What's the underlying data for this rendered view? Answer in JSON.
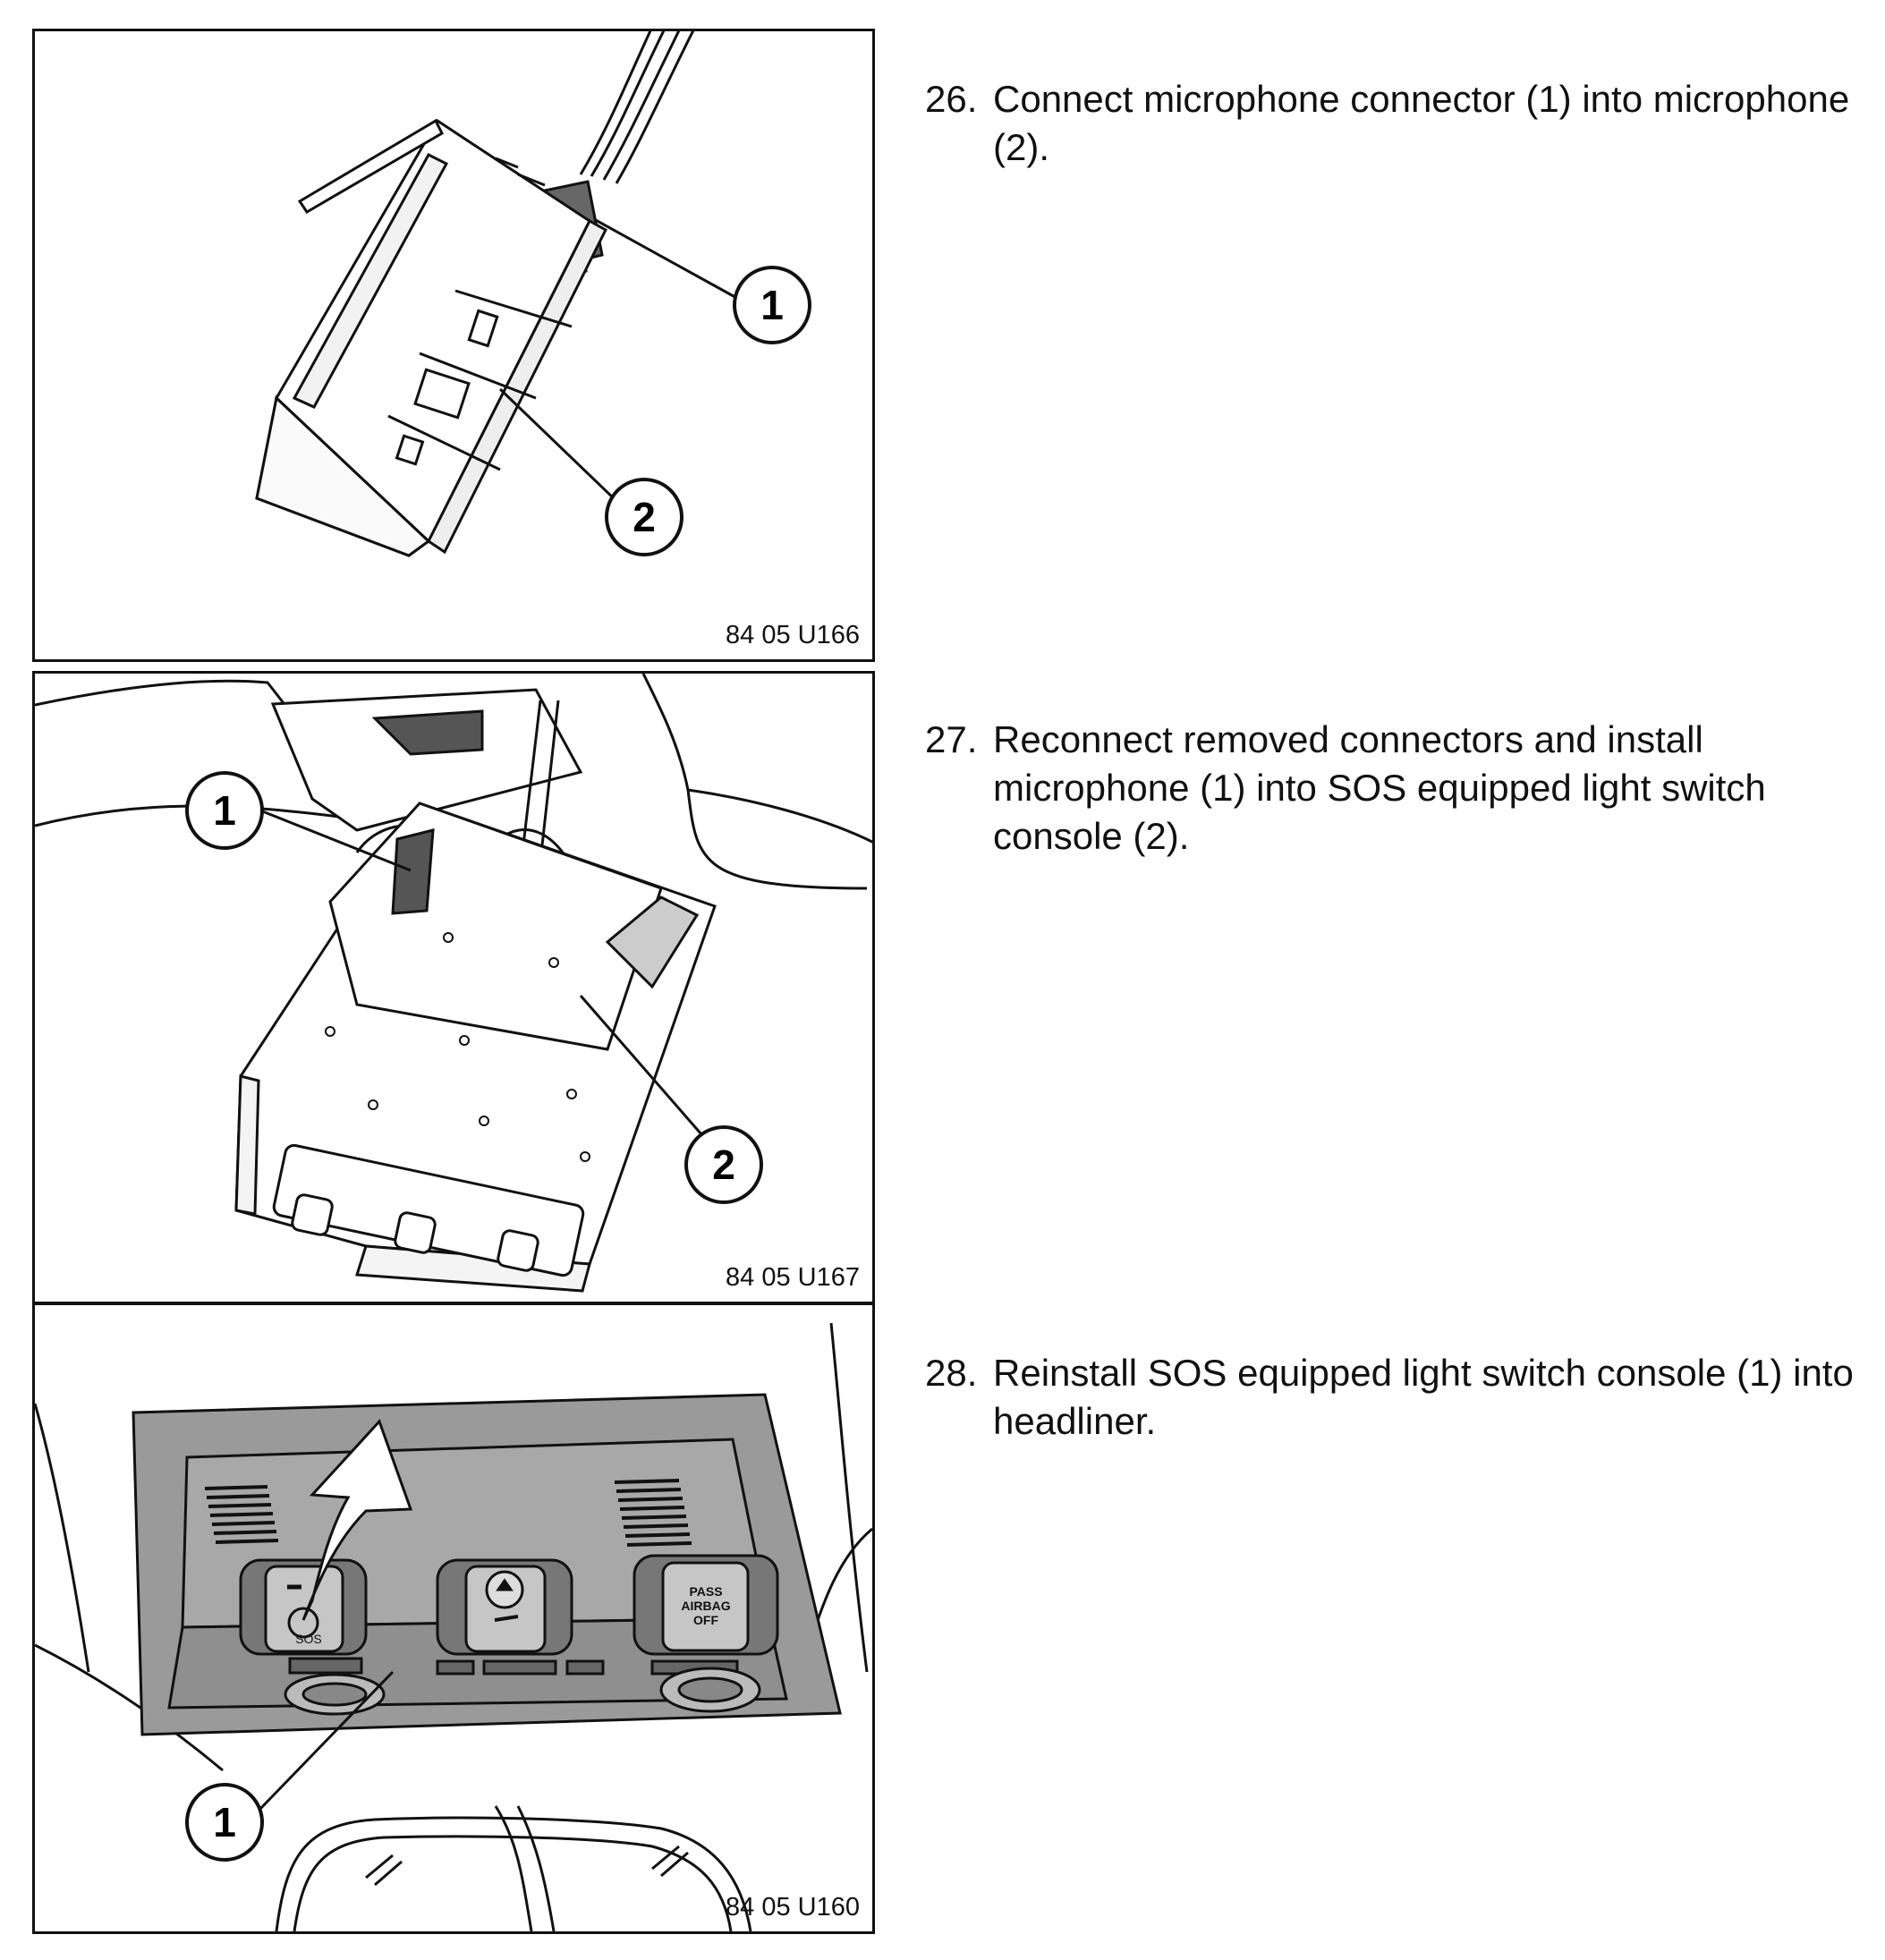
{
  "steps": [
    {
      "number": "26.",
      "text": "Connect microphone connector (1) into microphone (2).",
      "figure": {
        "code": "84 05 U166",
        "callouts": [
          "1",
          "2"
        ]
      }
    },
    {
      "number": "27.",
      "text": "Reconnect removed connectors and install microphone (1) into SOS equipped light switch console (2).",
      "figure": {
        "code": "84 05 U167",
        "callouts": [
          "1",
          "2"
        ]
      }
    },
    {
      "number": "28.",
      "text": "Reinstall SOS equipped light switch console (1) into headliner.",
      "figure": {
        "code": "84 05 U160",
        "callouts": [
          "1"
        ],
        "console_labels": [
          "PASS",
          "AIRBAG",
          "OFF"
        ],
        "button_labels": [
          "SOS"
        ]
      }
    }
  ]
}
